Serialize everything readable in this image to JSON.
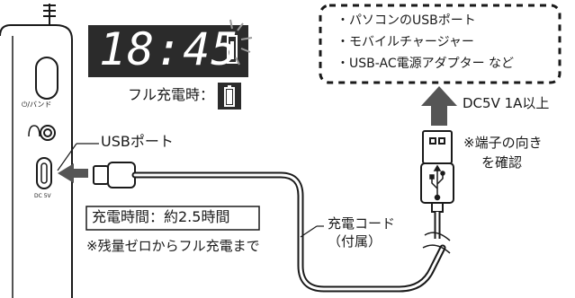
{
  "device": {
    "clock_display": "18:45",
    "power_band_label": "⏻/バンド",
    "dc_label": "DC 5V"
  },
  "full_charge": {
    "label": "フル充電時："
  },
  "usb_port_label": "USBポート",
  "charge_time": {
    "label": "充電時間：約2.5時間",
    "note": "※残量ゼロからフル充電まで"
  },
  "cable": {
    "label_line1": "充電コード",
    "label_line2": "（付属）"
  },
  "power_sources": {
    "items": [
      "・パソコンのUSBポート",
      "・モバイルチャージャー",
      "・USB-AC電源アダプター など"
    ]
  },
  "input_spec": "DC5V 1A以上",
  "terminal_note": {
    "line1": "※端子の向き",
    "line2": "を確認"
  },
  "colors": {
    "ink": "#1a1a1a",
    "arrow": "#555555",
    "panel": "#2b2b2b",
    "lcd_text": "#ffffff"
  }
}
